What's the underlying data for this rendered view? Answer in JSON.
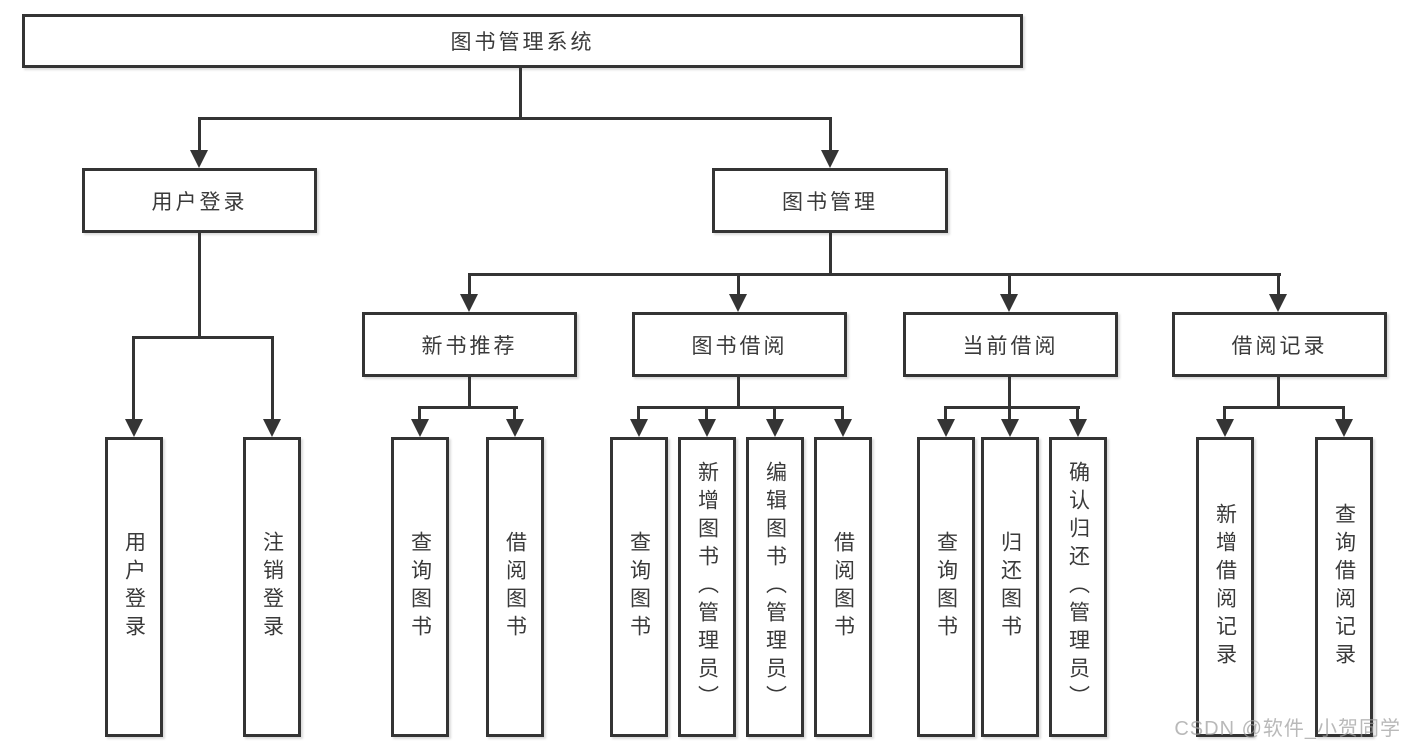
{
  "diagram": {
    "root": {
      "label": "图书管理系统"
    },
    "level2": [
      {
        "label": "用户登录"
      },
      {
        "label": "图书管理"
      }
    ],
    "level3": [
      {
        "label": "新书推荐"
      },
      {
        "label": "图书借阅"
      },
      {
        "label": "当前借阅"
      },
      {
        "label": "借阅记录"
      }
    ],
    "leaves": [
      {
        "label": "用户登录"
      },
      {
        "label": "注销登录"
      },
      {
        "label": "查询图书"
      },
      {
        "label": "借阅图书"
      },
      {
        "label": "查询图书"
      },
      {
        "label": "新增图书（管理员）"
      },
      {
        "label": "编辑图书（管理员）"
      },
      {
        "label": "借阅图书"
      },
      {
        "label": "查询图书"
      },
      {
        "label": "归还图书"
      },
      {
        "label": "确认归还（管理员）"
      },
      {
        "label": "新增借阅记录"
      },
      {
        "label": "查询借阅记录"
      }
    ]
  },
  "watermark": {
    "text": "CSDN @软件_小贺同学"
  },
  "colors": {
    "line": "#343434",
    "text": "#3a3a3a",
    "background": "#ffffff",
    "watermark": "#9e9e9e"
  }
}
